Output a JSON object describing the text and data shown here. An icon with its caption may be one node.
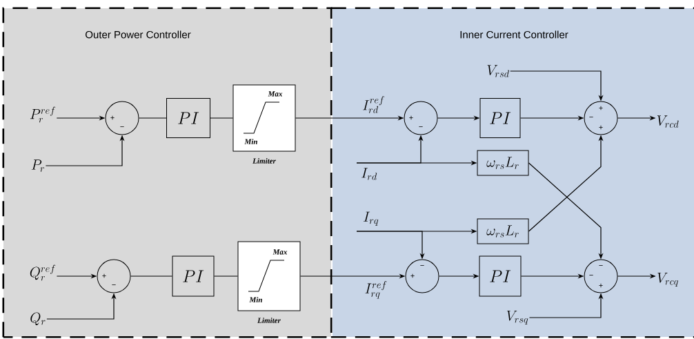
{
  "diagram": {
    "nodes": [
      {
        "text": [
          "Outer Power Controller"
        ]
      },
      {
        "text": [
          "Inner Current Controller"
        ]
      },
      {
        "text": [
          "P_r^{ref}"
        ],
        "in": 0
      },
      {
        "text": [
          "P_r"
        ],
        "in": 0
      },
      {
        "text": [
          "+",
          "−"
        ],
        "in": 0
      },
      {
        "text": [
          "PI"
        ],
        "in": 0
      },
      {
        "text": [
          "Max",
          "Min",
          "Limiter"
        ],
        "in": 0
      },
      {
        "text": [
          "Q_r^{ref}"
        ],
        "in": 0
      },
      {
        "text": [
          "Q_r"
        ],
        "in": 0
      },
      {
        "text": [
          "+",
          "−"
        ],
        "in": 0
      },
      {
        "text": [
          "PI"
        ],
        "in": 0
      },
      {
        "text": [
          "Max",
          "Min",
          "Limiter"
        ],
        "in": 0
      },
      {
        "text": [
          "+",
          "−"
        ],
        "in": 1
      },
      {
        "text": [
          "PI"
        ],
        "in": 1
      },
      {
        "text": [
          "V_{rsd}"
        ],
        "in": 1
      },
      {
        "text": [
          "+",
          "−",
          "+"
        ],
        "in": 1
      },
      {
        "text": [
          "V_{rcd}"
        ],
        "in": 1
      },
      {
        "text": [
          "I_{rd}"
        ],
        "in": 1
      },
      {
        "text": [
          "\\omega_{rs}L_r"
        ],
        "in": 1
      },
      {
        "text": [
          "I_{rq}"
        ],
        "in": 1
      },
      {
        "text": [
          "\\omega_{rs}L_r"
        ],
        "in": 1
      },
      {
        "text": [
          "−",
          "+"
        ],
        "in": 1
      },
      {
        "text": [
          "PI"
        ],
        "in": 1
      },
      {
        "text": [
          "−",
          "−",
          "+"
        ],
        "in": 1
      },
      {
        "text": [
          "V_{rcq}"
        ],
        "in": 1
      },
      {
        "text": [
          "V_{rsq}"
        ],
        "in": 1
      }
    ],
    "edges": [
      {
        "from": 2,
        "to": 4,
        "arrow": "to"
      },
      {
        "from": 3,
        "to": 4,
        "arrow": "to"
      },
      {
        "from": 4,
        "to": 5,
        "arrow": "none"
      },
      {
        "from": 5,
        "to": 6,
        "arrow": "none"
      },
      {
        "from": 6,
        "to": 12,
        "arrow": "to",
        "label": "I_{rd}^{ref}"
      },
      {
        "from": 7,
        "to": 9,
        "arrow": "to"
      },
      {
        "from": 8,
        "to": 9,
        "arrow": "to"
      },
      {
        "from": 9,
        "to": 10,
        "arrow": "none"
      },
      {
        "from": 10,
        "to": 11,
        "arrow": "none"
      },
      {
        "from": 11,
        "to": 21,
        "arrow": "to",
        "label": "I_{rq}^{ref}"
      },
      {
        "from": 12,
        "to": 13,
        "arrow": "to"
      },
      {
        "from": 13,
        "to": 15,
        "arrow": "to"
      },
      {
        "from": 14,
        "to": 15,
        "arrow": "to"
      },
      {
        "from": 15,
        "to": 16,
        "arrow": "to"
      },
      {
        "from": 17,
        "to": 12,
        "arrow": "to"
      },
      {
        "from": 17,
        "to": 18,
        "arrow": "to"
      },
      {
        "from": 18,
        "to": 23,
        "arrow": "to"
      },
      {
        "from": 19,
        "to": 20,
        "arrow": "to"
      },
      {
        "from": 19,
        "to": 21,
        "arrow": "to"
      },
      {
        "from": 20,
        "to": 15,
        "arrow": "to"
      },
      {
        "from": 21,
        "to": 22,
        "arrow": "to"
      },
      {
        "from": 22,
        "to": 23,
        "arrow": "to"
      },
      {
        "from": 25,
        "to": 23,
        "arrow": "to"
      },
      {
        "from": 23,
        "to": 24,
        "arrow": "to"
      }
    ]
  }
}
